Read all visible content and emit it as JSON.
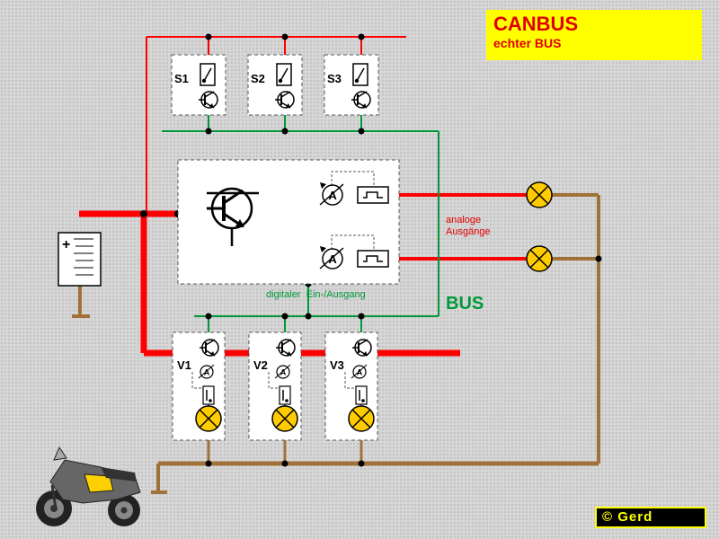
{
  "title": {
    "main": "CANBUS",
    "sub": "echter BUS"
  },
  "labels": {
    "analog_line1": "analoge",
    "analog_line2": "Ausgänge",
    "digital": "digitaler  Ein-/Ausgang",
    "bus": "BUS"
  },
  "sensors": [
    {
      "label": "S1"
    },
    {
      "label": "S2"
    },
    {
      "label": "S3"
    }
  ],
  "actuators": [
    {
      "label": "V1"
    },
    {
      "label": "V2"
    },
    {
      "label": "V3"
    }
  ],
  "meter_symbol": "A",
  "battery_plus": "+",
  "copyright": "© Gerd",
  "colors": {
    "supply": "#ff0000",
    "bus": "#009a3a",
    "ground": "#a0723a",
    "lamp": "#ffcc00",
    "title_bg": "#ffff00",
    "title_text": "#e00000"
  }
}
